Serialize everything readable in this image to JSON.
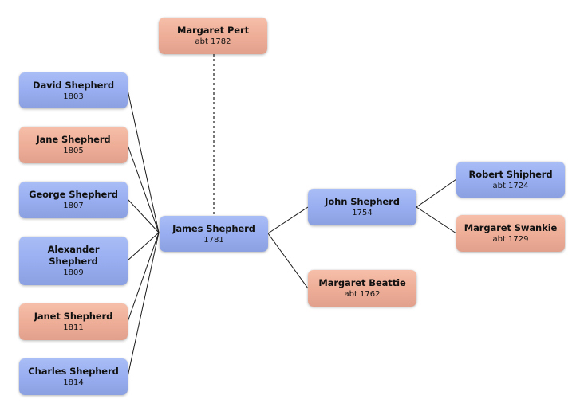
{
  "title": "Family tree diagram",
  "colors": {
    "male": "#98aef0",
    "female": "#eeae98",
    "line": "#1a1a1a",
    "dotted_line": "#777777"
  },
  "people": {
    "margaret_pert": {
      "name": "Margaret Pert",
      "date": "abt 1782",
      "sex": "female",
      "role": "spouse"
    },
    "david": {
      "name": "David Shepherd",
      "date": "1803",
      "sex": "male",
      "role": "child"
    },
    "jane": {
      "name": "Jane Shepherd",
      "date": "1805",
      "sex": "female",
      "role": "child"
    },
    "george": {
      "name": "George Shepherd",
      "date": "1807",
      "sex": "male",
      "role": "child"
    },
    "alexander": {
      "name": "Alexander Shepherd",
      "date": "1809",
      "sex": "male",
      "role": "child"
    },
    "janet": {
      "name": "Janet Shepherd",
      "date": "1811",
      "sex": "female",
      "role": "child"
    },
    "charles": {
      "name": "Charles Shepherd",
      "date": "1814",
      "sex": "male",
      "role": "child"
    },
    "james": {
      "name": "James Shepherd",
      "date": "1781",
      "sex": "male",
      "role": "focus"
    },
    "john": {
      "name": "John Shepherd",
      "date": "1754",
      "sex": "male",
      "role": "father"
    },
    "margaret_beattie": {
      "name": "Margaret Beattie",
      "date": "abt 1762",
      "sex": "female",
      "role": "mother"
    },
    "robert": {
      "name": "Robert Shipherd",
      "date": "abt 1724",
      "sex": "male",
      "role": "paternal-grandfather"
    },
    "margaret_swankie": {
      "name": "Margaret Swankie",
      "date": "abt 1729",
      "sex": "female",
      "role": "paternal-grandmother"
    }
  },
  "connections": [
    {
      "from": "james",
      "to": "david",
      "type": "child"
    },
    {
      "from": "james",
      "to": "jane",
      "type": "child"
    },
    {
      "from": "james",
      "to": "george",
      "type": "child"
    },
    {
      "from": "james",
      "to": "alexander",
      "type": "child"
    },
    {
      "from": "james",
      "to": "janet",
      "type": "child"
    },
    {
      "from": "james",
      "to": "charles",
      "type": "child"
    },
    {
      "from": "james",
      "to": "margaret_pert",
      "type": "spouse"
    },
    {
      "from": "james",
      "to": "john",
      "type": "parent"
    },
    {
      "from": "james",
      "to": "margaret_beattie",
      "type": "parent"
    },
    {
      "from": "john",
      "to": "robert",
      "type": "parent"
    },
    {
      "from": "john",
      "to": "margaret_swankie",
      "type": "parent"
    }
  ]
}
